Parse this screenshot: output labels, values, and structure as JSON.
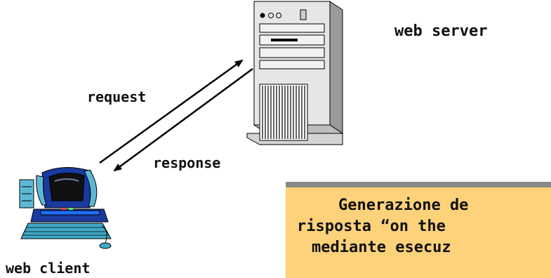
{
  "labels": {
    "server": "web server",
    "client": "web client",
    "request": "request",
    "response": "response"
  },
  "note": {
    "lines": [
      "Generazione de",
      "risposta “on the",
      "mediante esecuz"
    ],
    "background_color": "#fdd27a"
  },
  "icons": {
    "server": "server-tower-icon",
    "client": "desktop-computer-icon"
  }
}
